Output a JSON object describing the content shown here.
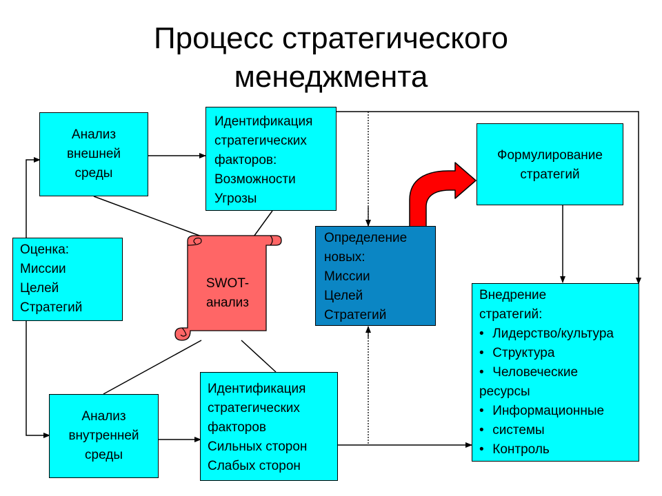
{
  "title": {
    "line1": "Процесс стратегического",
    "line2": "менеджмента"
  },
  "nodes": {
    "external_analysis": [
      "Анализ",
      "внешней",
      "среды"
    ],
    "opportunities": [
      "Идентификация",
      "стратегических",
      "факторов:",
      "Возможности",
      "Угрозы"
    ],
    "formulation": [
      "Формулирование",
      "стратегий"
    ],
    "evaluation": [
      "Оценка:",
      "Миссии",
      "Целей",
      "Стратегий"
    ],
    "swot": [
      "SWOT-",
      "анализ"
    ],
    "definition": [
      "Определение",
      "новых:",
      "Миссии",
      "Целей",
      "Стратегий"
    ],
    "implementation": {
      "heading": [
        "Внедрение",
        "стратегий:"
      ],
      "items": [
        {
          "bullet": "•",
          "text": "Лидерство/культура"
        },
        {
          "bullet": "•",
          "text": "Структура"
        },
        {
          "bullet": "•",
          "text": "Человеческие"
        },
        {
          "bullet": "",
          "text": "ресурсы"
        },
        {
          "bullet": "•",
          "text": "Информационные"
        },
        {
          "bullet": "•",
          "text": " системы"
        },
        {
          "bullet": "•",
          "text": "Контроль"
        }
      ]
    },
    "internal_analysis": [
      "Анализ",
      "внутренней",
      "среды"
    ],
    "strengths": [
      "Идентификация",
      "стратегических",
      "факторов",
      "Сильных сторон",
      "Слабых сторон"
    ]
  },
  "colors": {
    "box_fill": "#00ffff",
    "definition_fill": "#0b86c4",
    "swot_fill": "#ff6666",
    "arrow_fill": "#ff0000"
  }
}
